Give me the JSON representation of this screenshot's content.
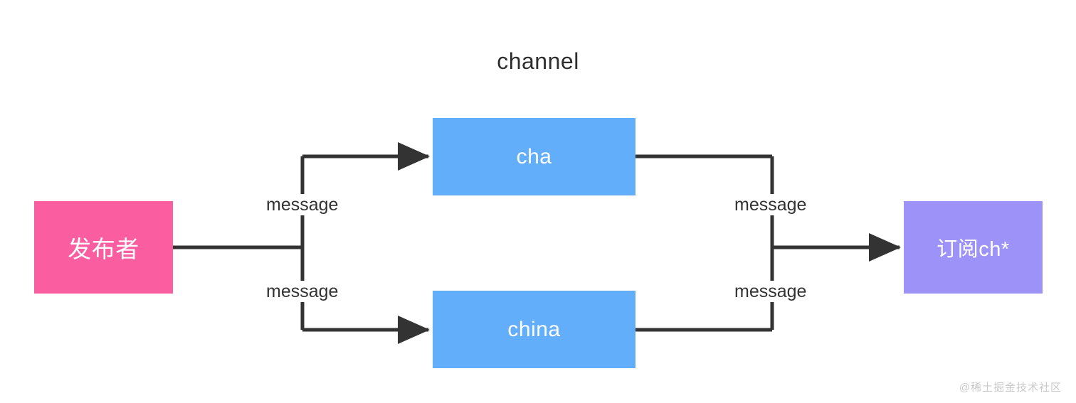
{
  "diagram": {
    "title": "channel",
    "background_color": "#ffffff",
    "line_color": "#333333",
    "nodes": [
      {
        "id": "publisher",
        "label": "发布者",
        "color": "#fb5ea0",
        "text_color": "#ffffff"
      },
      {
        "id": "channel-cha",
        "label": "cha",
        "color": "#63aefa",
        "text_color": "#ffffff"
      },
      {
        "id": "channel-china",
        "label": "china",
        "color": "#63aefa",
        "text_color": "#ffffff"
      },
      {
        "id": "subscriber",
        "label": "订阅ch*",
        "color": "#9d92f7",
        "text_color": "#ffffff"
      }
    ],
    "edge_labels": {
      "publisher_to_cha": "message",
      "publisher_to_china": "message",
      "cha_to_subscriber": "message",
      "china_to_subscriber": "message"
    },
    "watermark": "@稀土掘金技术社区"
  }
}
